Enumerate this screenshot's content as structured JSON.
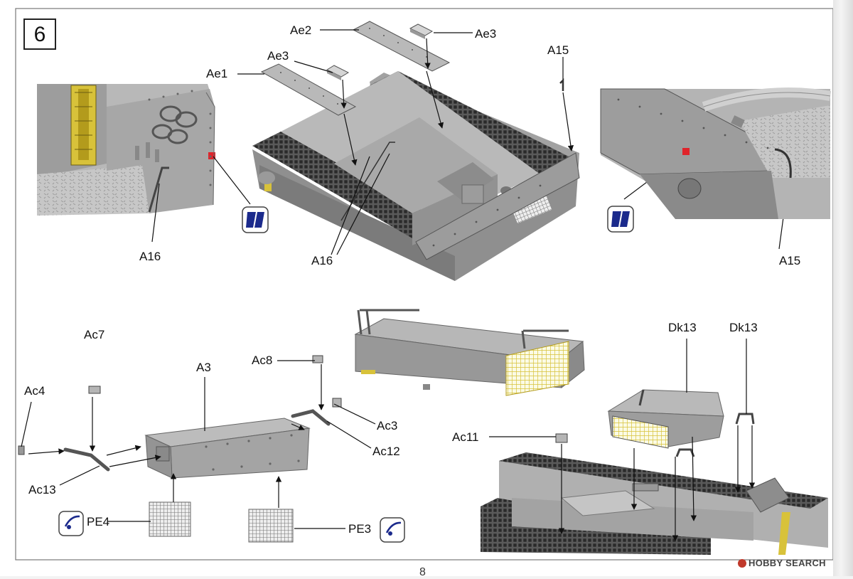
{
  "step": {
    "number": "6"
  },
  "labels": {
    "ae2": "Ae2",
    "ae3_top": "Ae3",
    "ae3_left": "Ae3",
    "ae1": "Ae1",
    "a15_top": "A15",
    "a16_left": "A16",
    "a16_center": "A16",
    "a15_right": "A15",
    "ac7": "Ac7",
    "ac4": "Ac4",
    "a3": "A3",
    "ac8": "Ac8",
    "ac3": "Ac3",
    "ac12": "Ac12",
    "ac13": "Ac13",
    "pe4": "PE4",
    "pe3": "PE3",
    "dk13_left": "Dk13",
    "dk13_right": "Dk13",
    "ac11": "Ac11"
  },
  "page_number": "8",
  "watermark": "HOBBY SEARCH",
  "icons": {
    "paint_icon": "paint-marker-icon",
    "photo_etch_icon": "photo-etch-bend-icon"
  },
  "colors": {
    "accent_red": "#e0242b",
    "brass": "#d8c23a",
    "part_gray": "#a8a8a8",
    "icon_blue": "#1b2a8c"
  }
}
